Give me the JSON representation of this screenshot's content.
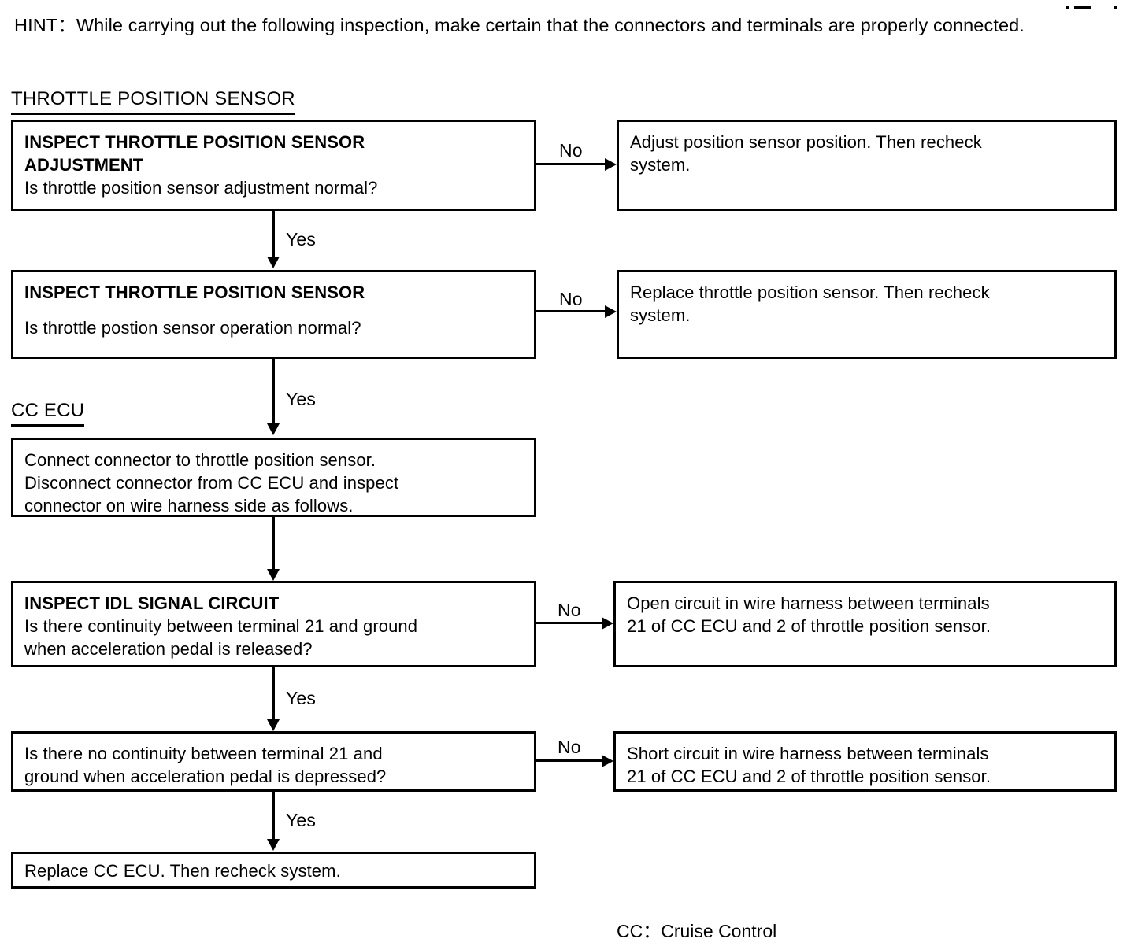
{
  "document": {
    "hint": "HINT：While carrying out the following inspection, make certain that the connectors and terminals are properly connected.",
    "footnote": "CC：Cruise Control"
  },
  "sections": [
    {
      "id": "throttle-position-sensor",
      "title": "THROTTLE POSITION SENSOR"
    },
    {
      "id": "cc-ecu",
      "title": "CC ECU"
    }
  ],
  "edge_labels": {
    "yes": "Yes",
    "no": "No"
  },
  "flow": {
    "steps": [
      {
        "id": "inspect-tps-adjustment",
        "heading_lines": [
          "INSPECT THROTTLE POSITION SENSOR",
          "ADJUSTMENT"
        ],
        "question": "Is throttle position sensor adjustment normal?",
        "no_branch": {
          "id": "adjust-sensor-position",
          "lines": [
            "Adjust position sensor position. Then recheck",
            "system."
          ]
        },
        "yes_label": "Yes"
      },
      {
        "id": "inspect-tps",
        "heading_lines": [
          "INSPECT THROTTLE POSITION SENSOR"
        ],
        "question": "Is throttle postion sensor operation normal?",
        "no_branch": {
          "id": "replace-throttle-position-sensor",
          "lines": [
            "Replace throttle position sensor. Then recheck",
            "system."
          ]
        },
        "yes_label": "Yes"
      },
      {
        "id": "connect-disconnect-connectors",
        "heading_lines": [],
        "body_lines": [
          "Connect connector to throttle position sensor.",
          "Disconnect connector from CC ECU and inspect",
          "connector on wire harness side as follows."
        ]
      },
      {
        "id": "inspect-idl-signal-circuit",
        "heading_lines": [
          "INSPECT IDL SIGNAL CIRCUIT"
        ],
        "question_lines": [
          "Is there continuity between terminal 21 and ground",
          "when acceleration pedal is released?"
        ],
        "no_branch": {
          "id": "open-circuit-wire-harness",
          "lines": [
            "Open circuit in wire harness between terminals",
            "21 of CC ECU and 2 of throttle position sensor."
          ]
        },
        "yes_label": "Yes"
      },
      {
        "id": "inspect-no-continuity-depressed",
        "heading_lines": [],
        "question_lines": [
          "Is there no continuity between terminal 21 and",
          "ground when acceleration pedal is depressed?"
        ],
        "no_branch": {
          "id": "short-circuit-wire-harness",
          "lines": [
            "Short circuit in wire harness between terminals",
            "21 of CC ECU and 2 of throttle position sensor."
          ]
        },
        "yes_label": "Yes"
      },
      {
        "id": "replace-cc-ecu",
        "heading_lines": [],
        "body_lines": [
          "Replace CC ECU. Then recheck system."
        ]
      }
    ]
  },
  "colors": {
    "ink": "#000000",
    "paper": "#ffffff"
  }
}
